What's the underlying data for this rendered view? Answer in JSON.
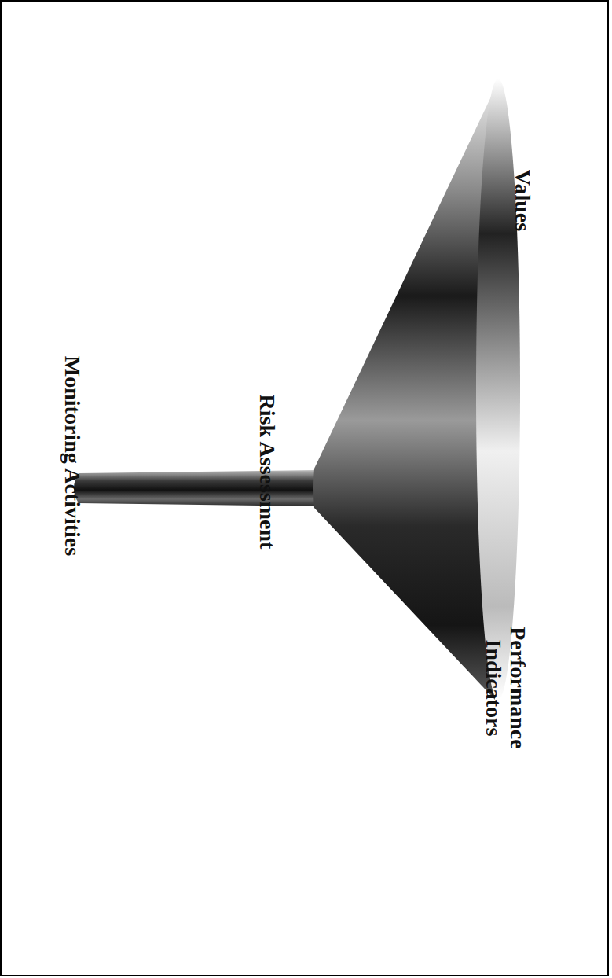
{
  "diagram": {
    "labels": [
      "Values",
      "Performance Indicators",
      "Risk Assessment",
      "Monitoring Activities"
    ]
  }
}
